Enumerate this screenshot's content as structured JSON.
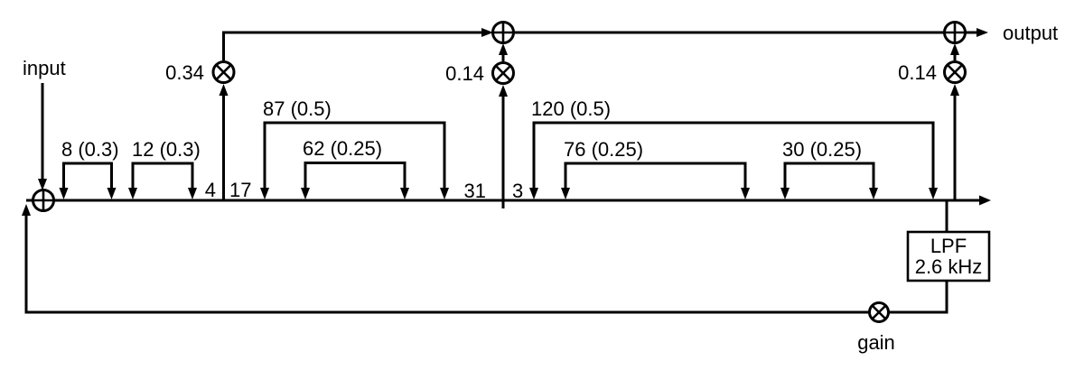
{
  "figure": {
    "title_hint": "delay-line tap diagram with feedback",
    "colors": {
      "ink": "#000000",
      "background": "#ffffff"
    },
    "input_label": "input",
    "output_label": "output",
    "feedback_gain_label": "gain",
    "taps": [
      {
        "gain": "0.34"
      },
      {
        "gain": "0.14"
      },
      {
        "gain": "0.14"
      }
    ],
    "delay_spans": [
      {
        "label": "8 (0.3)"
      },
      {
        "label": "12 (0.3)"
      },
      {
        "label": "87 (0.5)"
      },
      {
        "label": "62 (0.25)"
      },
      {
        "label": "120 (0.5)"
      },
      {
        "label": "76 (0.25)"
      },
      {
        "label": "30 (0.25)"
      }
    ],
    "segment_counts": [
      {
        "value": "4"
      },
      {
        "value": "17"
      },
      {
        "value": "31"
      },
      {
        "value": "3"
      }
    ],
    "lpf": {
      "name": "LPF",
      "cutoff": "2.6 kHz"
    }
  }
}
